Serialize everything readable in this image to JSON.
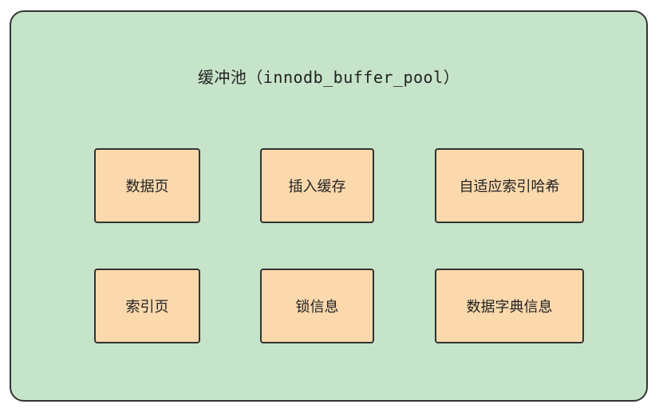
{
  "diagram": {
    "title": "缓冲池（innodb_buffer_pool）",
    "components": [
      "数据页",
      "插入缓存",
      "自适应索引哈希",
      "索引页",
      "锁信息",
      "数据字典信息"
    ]
  },
  "colors": {
    "pool_background": "#c6e4c9",
    "component_background": "#fbd9ad",
    "border": "#333333"
  }
}
